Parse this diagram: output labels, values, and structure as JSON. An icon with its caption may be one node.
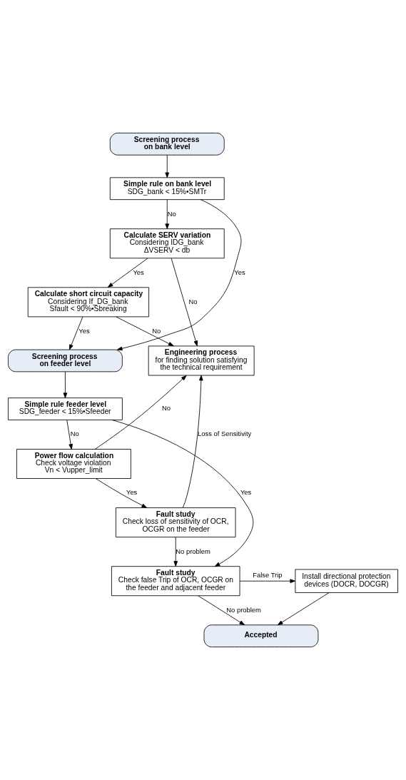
{
  "diagram": {
    "nodes": [
      {
        "text": [
          "Screening process on bank level"
        ]
      },
      {
        "text": [
          "Simple rule on bank level",
          "SDG_bank < 15%•SMTr"
        ]
      },
      {
        "text": [
          "Calculate SERV variation",
          "Considering IDG_bank",
          "ΔVSERV < db"
        ]
      },
      {
        "text": [
          "Calculate short circuit capacity",
          "Considering If_DG_bank",
          "Sfault < 90%•Sbreaking"
        ]
      },
      {
        "text": [
          "Screening process on feeder level"
        ]
      },
      {
        "text": [
          "Engineering process",
          "for finding solution satisfying the technical requirement"
        ]
      },
      {
        "text": [
          "Simple rule feeder level",
          "SDG_feeder < 15%•Sfeeder"
        ]
      },
      {
        "text": [
          "Power flow calculation",
          "Check voltage violation",
          "Vn < Vupper_limit"
        ]
      },
      {
        "text": [
          "Fault study",
          "Check loss of sensitivity of OCR, OCGR on the feeder"
        ]
      },
      {
        "text": [
          "Fault study",
          "Check false Trip of OCR, OCGR on the feeder and adjacent feeder"
        ]
      },
      {
        "text": [
          "Install directional protection devices (DOCR, DOCGR)"
        ]
      },
      {
        "text": [
          "Accepted"
        ]
      }
    ],
    "edges": [
      {
        "from": 0,
        "to": 1,
        "arrow": "to"
      },
      {
        "from": 1,
        "to": 4,
        "arrow": "to",
        "label": "Yes"
      },
      {
        "from": 1,
        "to": 2,
        "arrow": "to",
        "label": "No"
      },
      {
        "from": 2,
        "to": 5,
        "arrow": "to",
        "label": "No"
      },
      {
        "from": 2,
        "to": 3,
        "arrow": "to",
        "label": "Yes"
      },
      {
        "from": 3,
        "to": 5,
        "arrow": "to",
        "label": "No"
      },
      {
        "from": 3,
        "to": 4,
        "arrow": "to",
        "label": "Yes"
      },
      {
        "from": 4,
        "to": 6,
        "arrow": "to"
      },
      {
        "from": 6,
        "to": 9,
        "arrow": "to",
        "label": "Yes"
      },
      {
        "from": 6,
        "to": 7,
        "arrow": "to",
        "label": "No"
      },
      {
        "from": 7,
        "to": 5,
        "arrow": "to",
        "label": "No"
      },
      {
        "from": 7,
        "to": 8,
        "arrow": "to",
        "label": "Yes"
      },
      {
        "from": 8,
        "to": 5,
        "arrow": "to",
        "label": "Loss of Sensitivity"
      },
      {
        "from": 8,
        "to": 9,
        "arrow": "to",
        "label": "No problem"
      },
      {
        "from": 9,
        "to": 10,
        "arrow": "to",
        "label": "False Trip"
      },
      {
        "from": 9,
        "to": 11,
        "arrow": "to",
        "label": "No problem"
      },
      {
        "from": 10,
        "to": 11,
        "arrow": "to"
      }
    ]
  }
}
